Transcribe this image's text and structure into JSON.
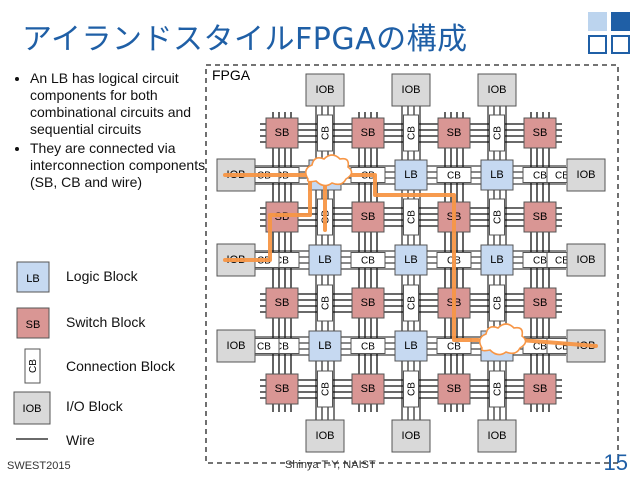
{
  "title": "アイランドスタイルFPGAの構成",
  "bullets": [
    "An LB has logical circuit components for both combinational circuits and sequential circuits",
    "They are connected via interconnection components (SB, CB and wire)"
  ],
  "diagram_label": "FPGA",
  "labels": {
    "lb": "LB",
    "sb": "SB",
    "cb": "CB",
    "iob": "IOB"
  },
  "legend": [
    {
      "key": "lb",
      "text": "Logic Block"
    },
    {
      "key": "sb",
      "text": "Switch Block"
    },
    {
      "key": "cb",
      "text": "Connection Block"
    },
    {
      "key": "iob",
      "text": "I/O Block"
    },
    {
      "key": "wire",
      "text": "Wire"
    }
  ],
  "footer": {
    "left": "SWEST2015",
    "center": "Shinya T-Y, NAIST",
    "page": "15"
  },
  "colors": {
    "lb": "#c6d9f1",
    "sb": "#d99694",
    "iob": "#d9d9d9",
    "route": "#f79646",
    "accent": "#1f5fa6"
  }
}
